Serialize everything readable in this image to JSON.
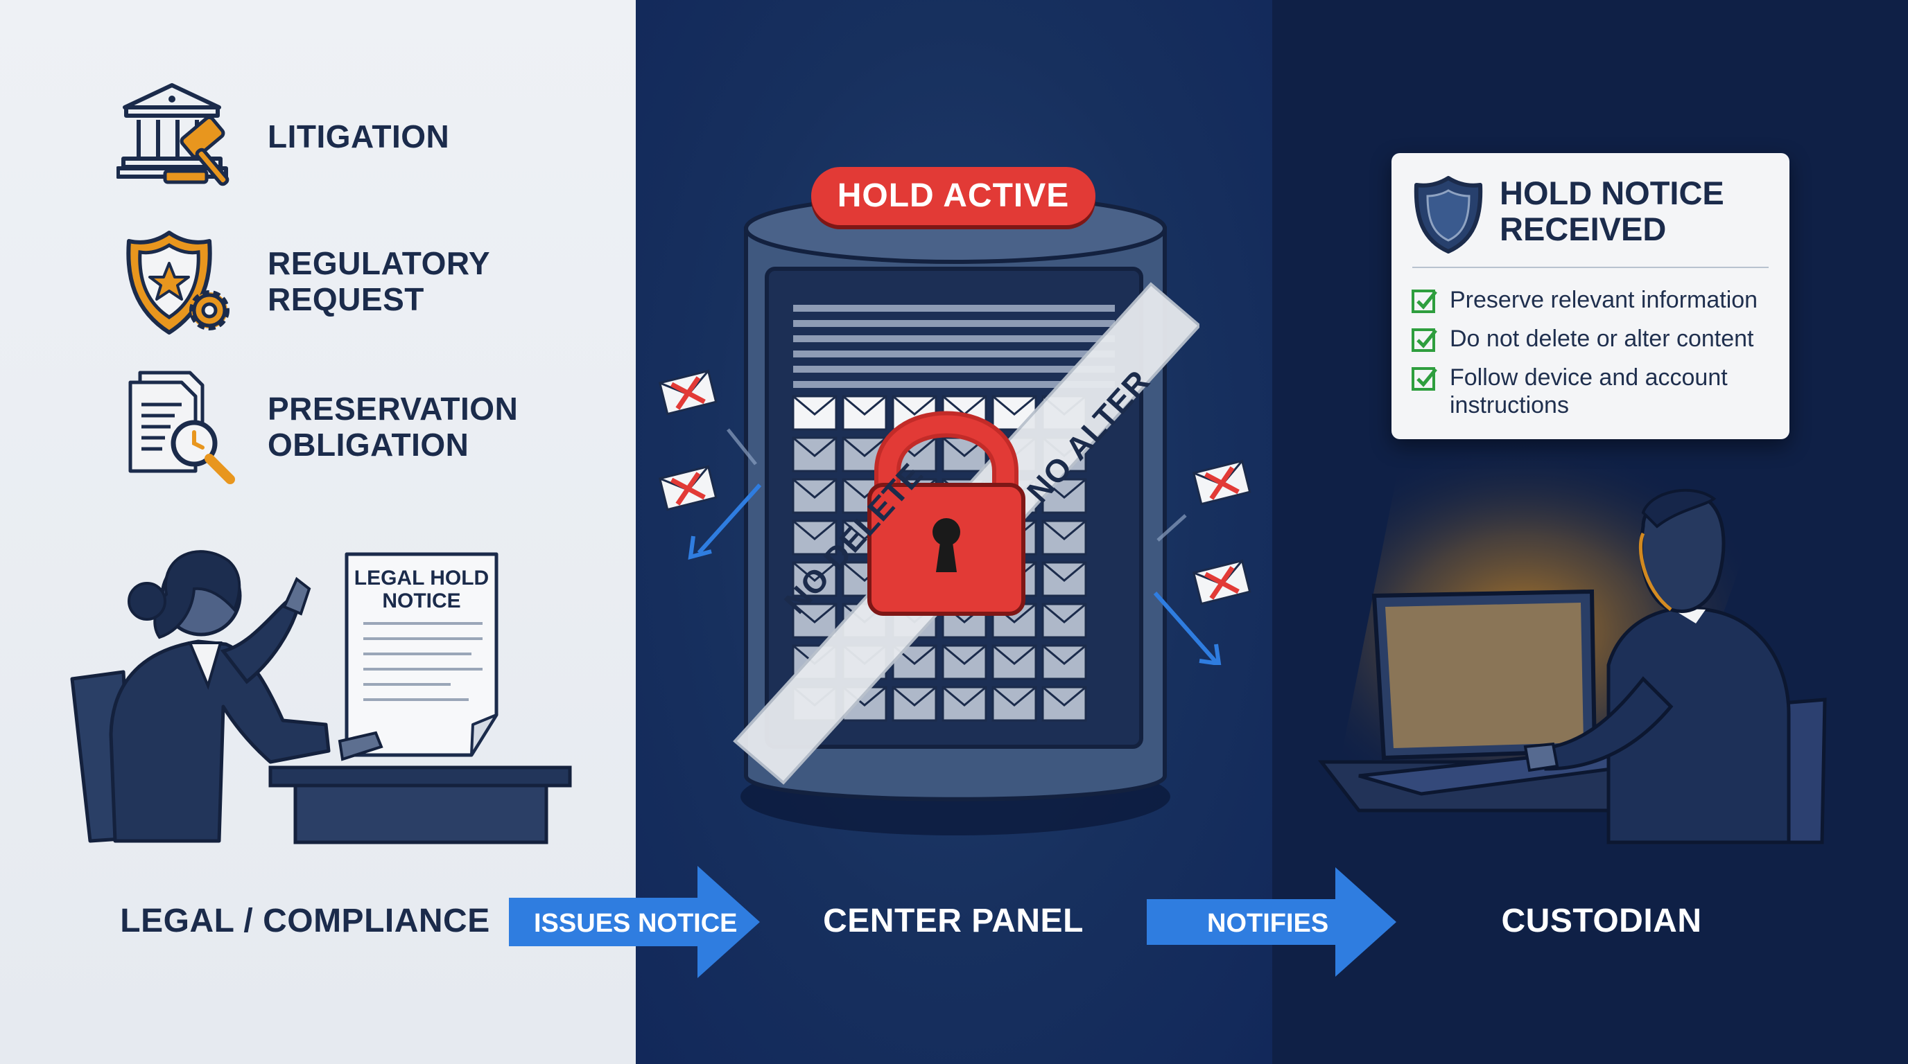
{
  "left": {
    "triggers": [
      {
        "icon": "courthouse-gavel-icon",
        "label": "LITIGATION"
      },
      {
        "icon": "badge-gear-icon",
        "label": "REGULATORY\nREQUEST"
      },
      {
        "icon": "document-magnifier-icon",
        "label": "PRESERVATION\nOBLIGATION"
      }
    ],
    "paper": {
      "title": "LEGAL HOLD\nNOTICE"
    },
    "caption": "LEGAL / COMPLIANCE"
  },
  "flow": {
    "arrow1_label": "ISSUES NOTICE",
    "arrow2_label": "NOTIFIES"
  },
  "center": {
    "badge": "HOLD ACTIVE",
    "tape_left": "NO DELETE",
    "tape_right": "NO ALTER",
    "caption": "CENTER PANEL"
  },
  "right": {
    "notice": {
      "title": "HOLD NOTICE\nRECEIVED",
      "items": [
        "Preserve relevant information",
        "Do not delete or alter content",
        "Follow device and account instructions"
      ]
    },
    "caption": "CUSTODIAN"
  },
  "colors": {
    "left_bg": "#eef1f5",
    "center_bg": "#17305e",
    "right_bg": "#0f2046",
    "navy_text": "#1b2b4b",
    "accent_orange": "#e8961e",
    "alert_red": "#e23a36",
    "flow_blue": "#2f7de0",
    "check_green": "#2e9e3e"
  }
}
